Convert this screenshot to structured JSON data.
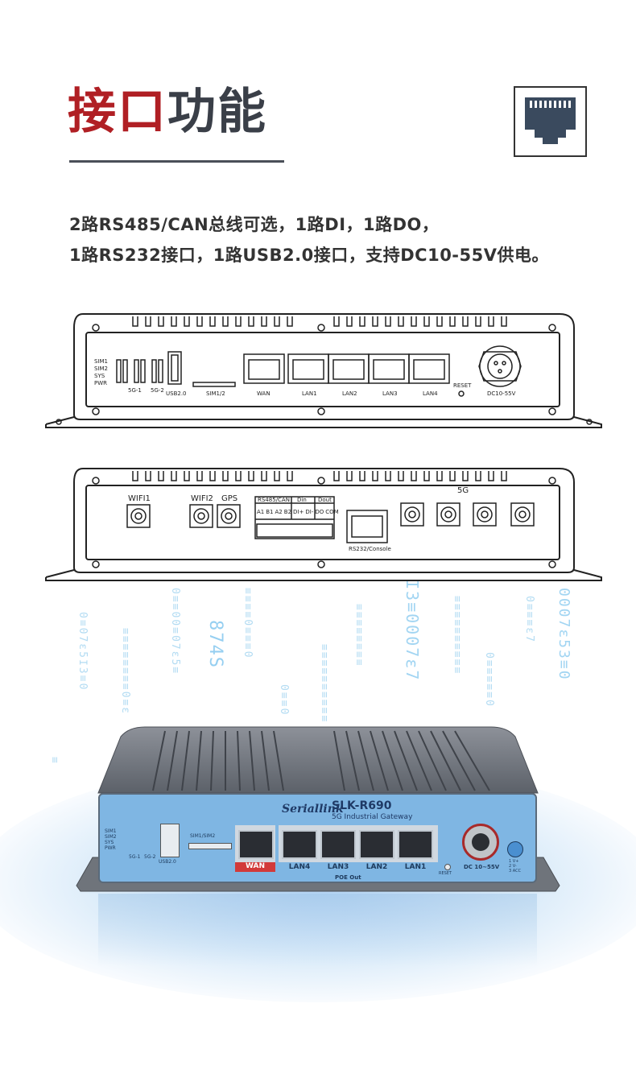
{
  "header": {
    "title_red": "接口",
    "title_dark": "功能"
  },
  "description": {
    "line1": "2路RS485/CAN总线可选，1路DI，1路DO，",
    "line2": "1路RS232接口，1路USB2.0接口，支持DC10-55V供电。"
  },
  "icon": "ethernet-port-icon",
  "front_panel": {
    "leds": [
      "SIM1",
      "SIM2",
      "SYS",
      "PWR"
    ],
    "signal_labels": [
      "5G-1",
      "5G-2"
    ],
    "usb_label": "USB2.0",
    "sim_label": "SIM1/2",
    "ports": [
      "WAN",
      "LAN1",
      "LAN2",
      "LAN3",
      "LAN4"
    ],
    "reset_label": "RESET",
    "power_label": "DC10-55V"
  },
  "rear_panel": {
    "antennas": [
      "WIFI1",
      "WIFI2",
      "GPS"
    ],
    "terminal_groups": [
      "RS485/CAN",
      "Din",
      "Dout"
    ],
    "terminal_pins": [
      "A1",
      "B1",
      "A2",
      "B2",
      "DI+",
      "DI-",
      "DO",
      "COM"
    ],
    "console_label": "RS232/Console",
    "five_g_label": "5G"
  },
  "device": {
    "brand": "Seriallink",
    "model": "SLK-R690",
    "subtitle": "5G Industrial Gateway",
    "leds": [
      "SIM1",
      "SIM2",
      "SYS",
      "PWR"
    ],
    "signal_labels": [
      "5G-1",
      "5G-2"
    ],
    "usb_label": "USB2.0",
    "sim_label": "SIM1/SIM2",
    "ports": [
      "WAN",
      "LAN4",
      "LAN3",
      "LAN2",
      "LAN1"
    ],
    "poe_label": "POE Out",
    "reset_label": "RESET",
    "power_label": "DC 10~55V",
    "pinout": [
      "1 V+",
      "2 V-",
      "3 ACC"
    ]
  },
  "colors": {
    "title_red": "#b01f24",
    "title_dark": "#3a3f48",
    "device_face": "#7fb6e3",
    "wan_red": "#d23a3a",
    "rain": "#9fd3f0"
  }
}
